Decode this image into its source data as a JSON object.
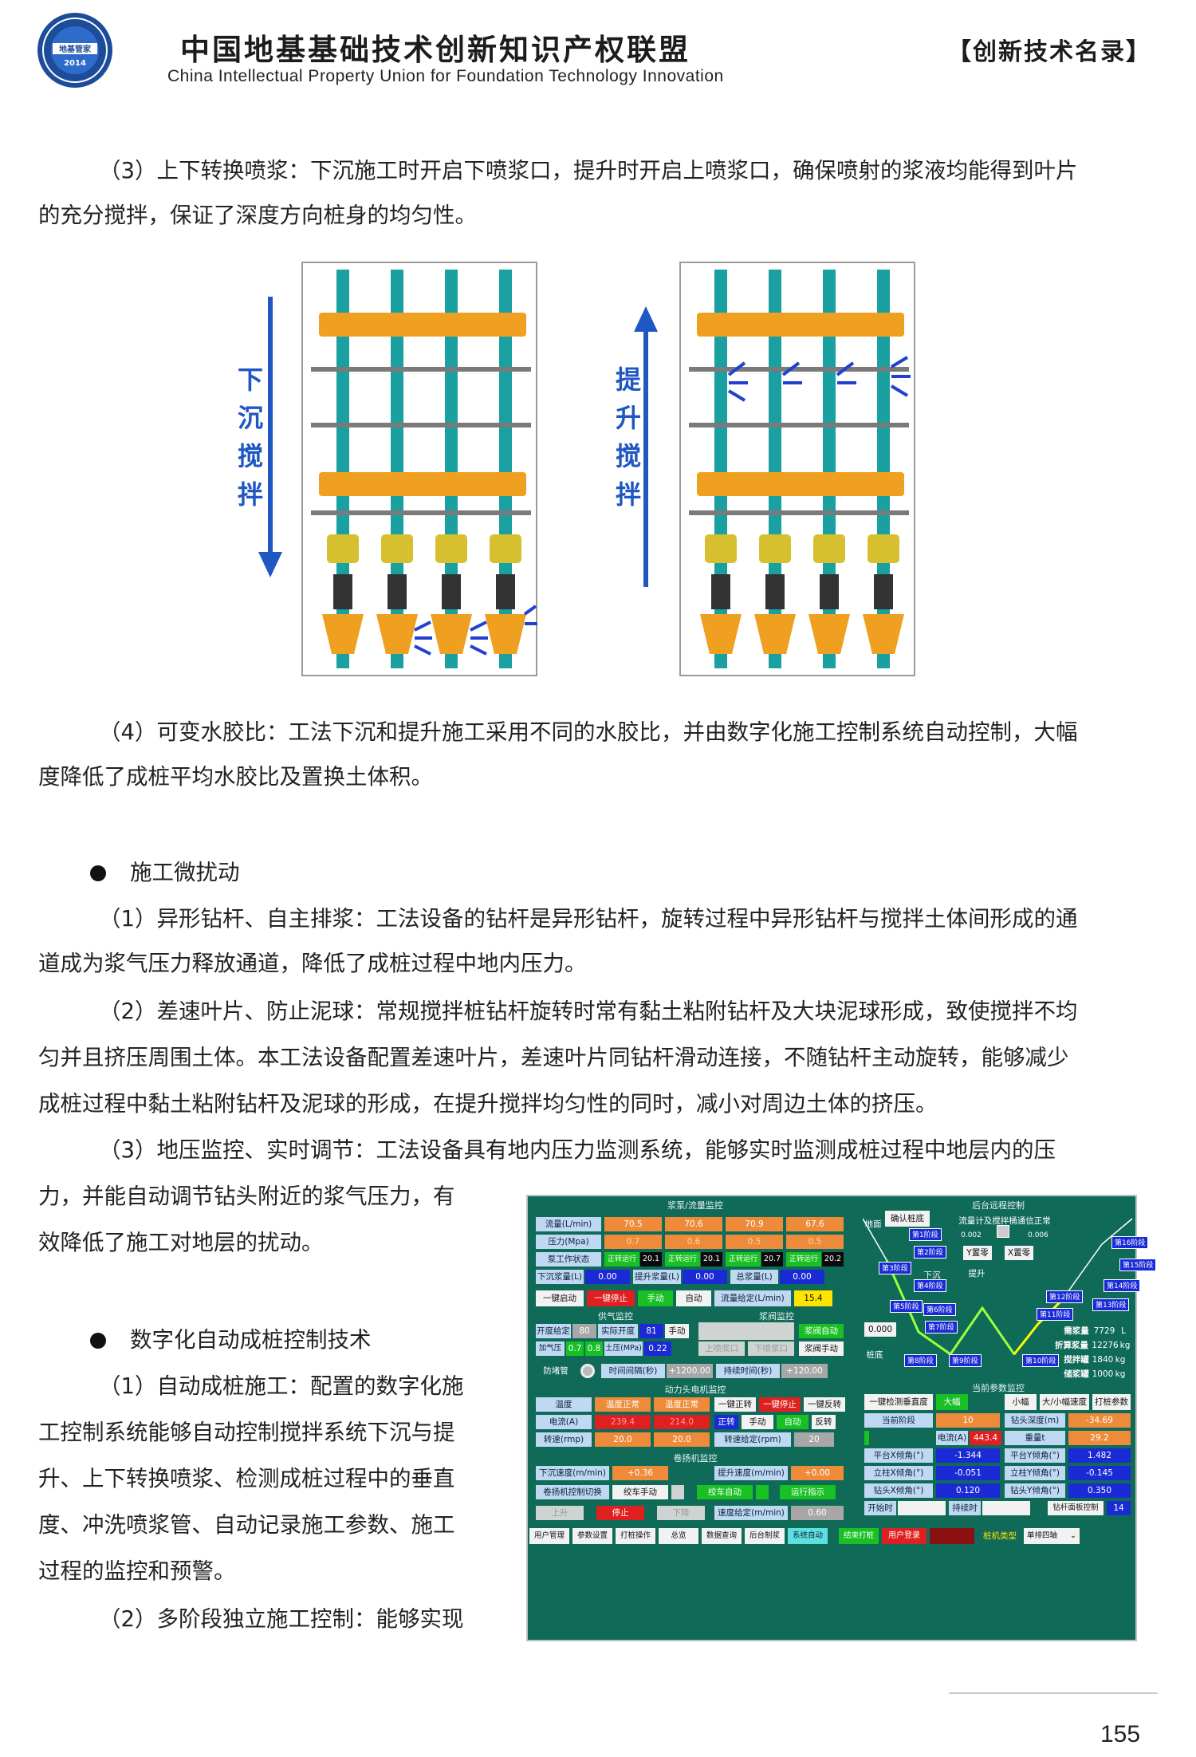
{
  "header": {
    "logo_text": "地基管家 2014",
    "title_cn": "中国地基基础技术创新知识产权联盟",
    "title_en": "China Intellectual Property Union for Foundation Technology Innovation",
    "tag": "【创新技术名录】"
  },
  "paragraphs": {
    "p1_line1": "（3）上下转换喷浆：下沉施工时开启下喷浆口，提升时开启上喷浆口，确保喷射的浆液均能得到叶片",
    "p1_line2": "的充分搅拌，保证了深度方向桩身的均匀性。",
    "p2_line1": "（4）可变水胶比：工法下沉和提升施工采用不同的水胶比，并由数字化施工控制系统自动控制，大幅",
    "p2_line2": "度降低了成桩平均水胶比及置换土体积。",
    "bullet1": "施工微扰动",
    "p3_line1": "（1）异形钻杆、自主排浆：工法设备的钻杆是异形钻杆，旋转过程中异形钻杆与搅拌土体间形成的通",
    "p3_line2": "道成为浆气压力释放通道，降低了成桩过程中地内压力。",
    "p4_line1": "（2）差速叶片、防止泥球：常规搅拌桩钻杆旋转时常有黏土粘附钻杆及大块泥球形成，致使搅拌不均",
    "p4_line2": "匀并且挤压周围土体。本工法设备配置差速叶片，差速叶片同钻杆滑动连接，不随钻杆主动旋转，能够减少",
    "p4_line3": "成桩过程中黏土粘附钻杆及泥球的形成，在提升搅拌均匀性的同时，减小对周边土体的挤压。",
    "p5_line1": "（3）地压监控、实时调节：工法设备具有地内压力监测系统，能够实时监测成桩过程中地层内的压",
    "p5_line2": "力，并能自动调节钻头附近的浆气压力，有",
    "p5_line3": "效降低了施工对地层的扰动。",
    "bullet2": "数字化自动成桩控制技术",
    "p6_line1": "（1）自动成桩施工：配置的数字化施",
    "p6_line2": "工控制系统能够自动控制搅拌系统下沉与提",
    "p6_line3": "升、上下转换喷浆、检测成桩过程中的垂直",
    "p6_line4": "度、冲洗喷浆管、自动记录施工参数、施工",
    "p6_line5": "过程的监控和预警。",
    "p7_line1": "（2）多阶段独立施工控制：能够实现"
  },
  "figure": {
    "left_label": [
      "下",
      "沉",
      "搅",
      "拌"
    ],
    "right_label": [
      "提",
      "升",
      "搅",
      "拌"
    ],
    "colors": {
      "pipe": "#1aa0a0",
      "clamp": "#f0a020",
      "arrow": "#1f57c3",
      "spray": "#2040d0"
    }
  },
  "panel": {
    "pump_title": "浆泵/流量监控",
    "flow_label": "流量(L/min)",
    "flow_values": [
      "70.5",
      "70.6",
      "70.9",
      "67.6"
    ],
    "pressure_label": "压力(Mpa)",
    "pressure_values": [
      "0.7",
      "0.6",
      "0.5",
      "0.5"
    ],
    "pump_state_label": "泵工作状态",
    "pump_states": [
      "正转运行",
      "20.1",
      "正转运行",
      "20.1",
      "正转运行",
      "20.7",
      "正转运行",
      "20.2"
    ],
    "down_slurry_label": "下沉浆量(L)",
    "down_slurry_value": "0.00",
    "up_slurry_label": "提升浆量(L)",
    "up_slurry_value": "0.00",
    "total_slurry_label": "总浆量(L)",
    "total_slurry_value": "0.00",
    "btn_start": "一键启动",
    "btn_stop": "一键停止",
    "btn_manual": "手动",
    "btn_auto": "自动",
    "flow_set_label": "流量给定(L/min)",
    "flow_set_value": "15.4",
    "air_title": "供气监控",
    "valve_title": "浆阀监控",
    "open_set_label": "开度给定",
    "open_set_value": "80",
    "open_actual_label": "实际开度",
    "open_actual_value": "81",
    "btn_manual2": "手动",
    "btn_valve_auto": "浆阀自动",
    "gas_pressure_label": "加气压",
    "gas_values": [
      "0.7",
      "0.8"
    ],
    "soil_pressure_label": "土压(MPa)",
    "soil_pressure_value": "0.22",
    "btn_up_nozzle": "上喷浆口",
    "btn_down_nozzle": "下喷浆口",
    "btn_valve_manual": "浆阀手动",
    "anti_block_label": "防堵管",
    "interval_label": "时间间隔(秒)",
    "interval_value": "+1200.00",
    "duration_label": "持续时间(秒)",
    "duration_value": "+120.00",
    "motor_title": "动力头电机监控",
    "temp_label": "温度",
    "temp_values": [
      "温度正常",
      "温度正常"
    ],
    "btn_fwd": "一键正转",
    "btn_stop2": "一键停止",
    "btn_rev": "一键反转",
    "current_label": "电流(A)",
    "current_values": [
      "239.4",
      "214.0"
    ],
    "btn_fwd2": "正转",
    "btn_manual3": "手动",
    "btn_auto3": "自动",
    "btn_rev2": "反转",
    "speed_label": "转速(rmp)",
    "speed_values": [
      "20.0",
      "20.0"
    ],
    "speed_set_label": "转速给定(rpm)",
    "speed_set_value": "20",
    "winch_title": "卷扬机监控",
    "down_speed_label": "下沉速度(m/min)",
    "down_speed_value": "+0.36",
    "up_speed_label": "提升速度(m/min)",
    "up_speed_value": "+0.00",
    "winch_switch_label": "卷扬机控制切换",
    "btn_winch_manual": "绞车手动",
    "btn_winch_auto": "绞车自动",
    "btn_run": "运行指示",
    "btn_up": "上升",
    "btn_stop3": "停止",
    "btn_down": "下降",
    "speed_given_label": "速度给定(m/min)",
    "speed_given_value": "0.60",
    "remote_title": "后台远程控制",
    "confirm_btn": "确认桩底",
    "comm_status": "流量计及搅拌桶通信正常",
    "ground_label": "地面",
    "val_0002": "0.002",
    "val_0006": "0.006",
    "y_zero": "Y置零",
    "x_zero": "X置零",
    "sink_label": "下沉",
    "lift_label": "提升",
    "pile_bottom": "桩底",
    "small_val": "0.000",
    "stages_left": [
      "第1阶段",
      "第2阶段",
      "第3阶段",
      "第4阶段",
      "第5阶段",
      "第6阶段",
      "第7阶段",
      "第8阶段",
      "第9阶段"
    ],
    "stages_right": [
      "第16阶段",
      "第15阶段",
      "第14阶段",
      "第13阶段",
      "第12阶段",
      "第11阶段",
      "第10阶段"
    ],
    "need_slurry_label": "需浆量",
    "need_slurry_value": "7729",
    "need_slurry_unit": "L",
    "conv_slurry_label": "折算浆量",
    "conv_slurry_value": "12276",
    "conv_slurry_unit": "kg",
    "mix_tank_label": "搅拌罐",
    "mix_tank_value": "1840",
    "mix_tank_unit": "kg",
    "store_tank_label": "储浆罐",
    "store_tank_value": "1000",
    "store_tank_unit": "kg",
    "params_title": "当前参数监控",
    "btn_vertical": "一键检测垂直度",
    "btn_large": "大幅",
    "btn_small": "小幅",
    "btn_large_small": "大/小幅速度",
    "btn_pile_param": "打桩参数",
    "stage_label": "当前阶段",
    "stage_value": "10",
    "drill_depth_label": "钻头深度(m)",
    "drill_depth_value": "-34.69",
    "current2_label": "电流(A)",
    "current2_value": "443.4",
    "weight_label": "重量t",
    "weight_value": "29.2",
    "px_label": "平台X倾角(°)",
    "px_value": "-1.344",
    "py_label": "平台Y倾角(°)",
    "py_value": "1.482",
    "cx_label": "立柱X倾角(°)",
    "cx_value": "-0.051",
    "cy_label": "立柱Y倾角(°)",
    "cy_value": "-0.145",
    "dx_label": "钻头X倾角(°)",
    "dx_value": "0.120",
    "dy_label": "钻头Y倾角(°)",
    "dy_value": "0.350",
    "start_time_label": "开始时",
    "keep_time_label": "持续时",
    "drill_ctrl_label": "钻杆面板控制",
    "drill_ctrl_value": "14",
    "tabs": [
      "用户管理",
      "参数设置",
      "打桩操作",
      "总览",
      "数据查询",
      "后台制浆",
      "系统自动",
      "结束打桩",
      "用户登录"
    ],
    "pile_type_label": "桩机类型",
    "pile_type_value": "单排四轴"
  },
  "footer": {
    "page_number": "155"
  }
}
